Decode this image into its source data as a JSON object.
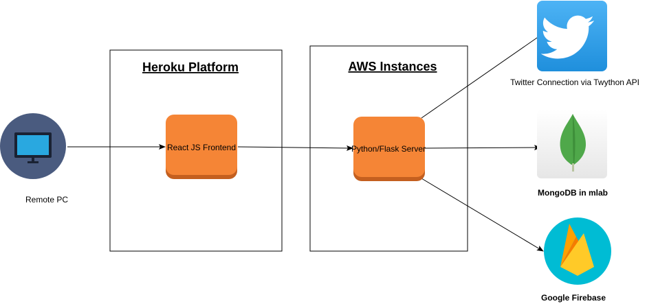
{
  "containers": {
    "heroku": {
      "title": "Heroku Platform"
    },
    "aws": {
      "title": "AWS Instances"
    }
  },
  "nodes": {
    "remote_pc": {
      "label": "Remote PC",
      "icon": "monitor-icon"
    },
    "frontend": {
      "label": "React JS Frontend"
    },
    "server": {
      "label": "Python/Flask Server"
    },
    "twitter": {
      "label": "Twitter Connection via Twython API",
      "icon": "twitter-bird-icon"
    },
    "mongodb": {
      "label": "MongoDB in mlab",
      "icon": "mongodb-leaf-icon"
    },
    "firebase": {
      "label": "Google Firebase",
      "icon": "firebase-flame-icon"
    }
  },
  "edges": [
    {
      "from": "remote_pc",
      "to": "frontend"
    },
    {
      "from": "frontend",
      "to": "server"
    },
    {
      "from": "server",
      "to": "twitter"
    },
    {
      "from": "server",
      "to": "mongodb"
    },
    {
      "from": "server",
      "to": "firebase"
    }
  ],
  "colors": {
    "process_fill": "#f58536",
    "process_shadow": "#c45f1f",
    "monitor_circle": "#4a5b7f",
    "monitor_screen": "#29a8e0",
    "twitter_blue": "#2b9de8",
    "mongo_green": "#4fa84a",
    "firebase_bg": "#00bcd4",
    "firebase_flame": "#ffca28"
  }
}
